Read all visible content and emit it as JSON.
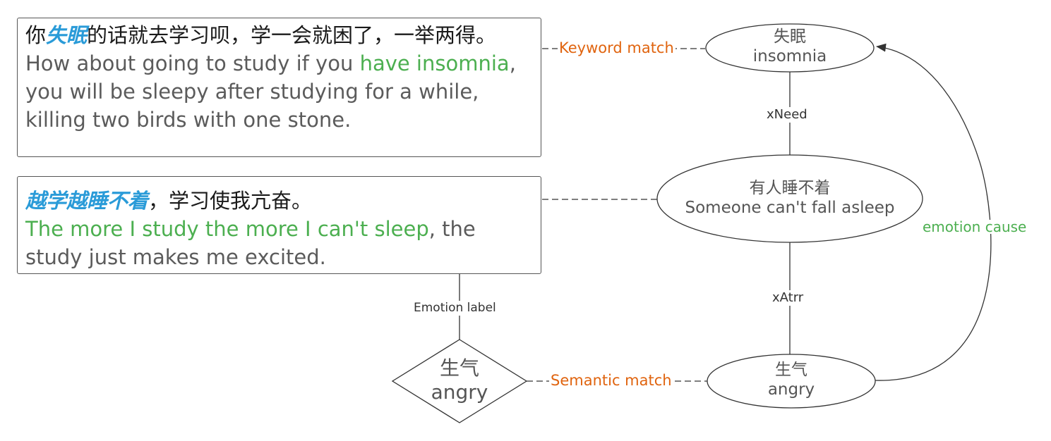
{
  "boxes": {
    "top": {
      "zh_before": "你",
      "zh_keyword": "失眠",
      "zh_after": "的话就去学习呗，学一会就困了，一举两得。",
      "en_before": "How about going to study if you ",
      "en_highlight": "have insomnia",
      "en_after": ", you will be sleepy after studying for a while, killing two birds with one stone."
    },
    "middle": {
      "zh_keyword": "越学越睡不着",
      "zh_after": "，学习使我亢奋。",
      "en_highlight": "The more I study the more I can't sleep",
      "en_after": ", the study just makes me excited."
    }
  },
  "nodes": {
    "insomnia": {
      "zh": "失眠",
      "en": "insomnia"
    },
    "asleep": {
      "zh": "有人睡不着",
      "en": "Someone can't fall asleep"
    },
    "angry_node": {
      "zh": "生气",
      "en": "angry"
    },
    "angry_label": {
      "zh": "生气",
      "en": "angry"
    }
  },
  "edges": {
    "keyword_match": "Keyword match",
    "xneed": "xNeed",
    "xatrr": "xAtrr",
    "emotion_cause": "emotion cause",
    "emotion_label": "Emotion label",
    "semantic_match": "Semantic match"
  },
  "colors": {
    "chinese_keyword": "#2a9bd8",
    "english_highlight": "#4caf50",
    "match_label": "#e0640f",
    "emotion_cause": "#4caf50",
    "line": "#333333",
    "text_gray": "#555555"
  }
}
